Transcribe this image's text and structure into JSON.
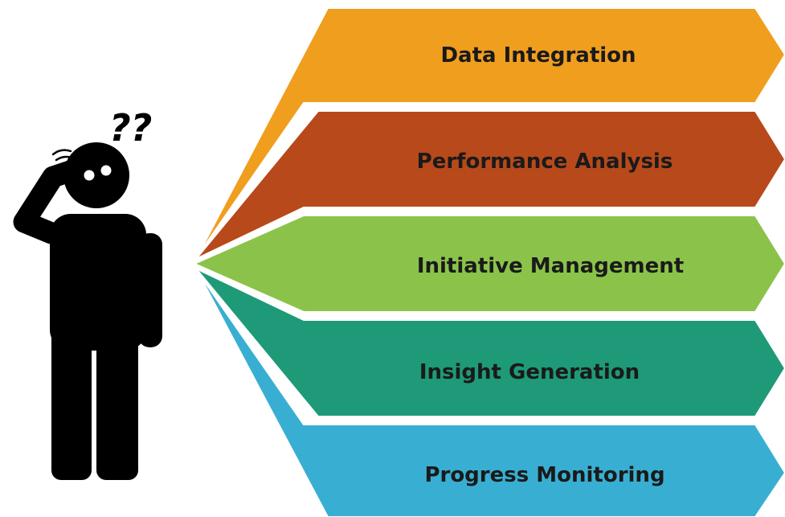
{
  "diagram": {
    "segments": [
      {
        "label": "Data Integration",
        "color": "#F09E1E"
      },
      {
        "label": "Performance Analysis",
        "color": "#B8491A"
      },
      {
        "label": "Initiative Management",
        "color": "#8BC34A"
      },
      {
        "label": "Insight Generation",
        "color": "#1E9A78"
      },
      {
        "label": "Progress Monitoring",
        "color": "#38AFD2"
      }
    ],
    "figure": {
      "icon": "confused-person-icon",
      "question_marks": "??",
      "color": "#000000"
    }
  }
}
